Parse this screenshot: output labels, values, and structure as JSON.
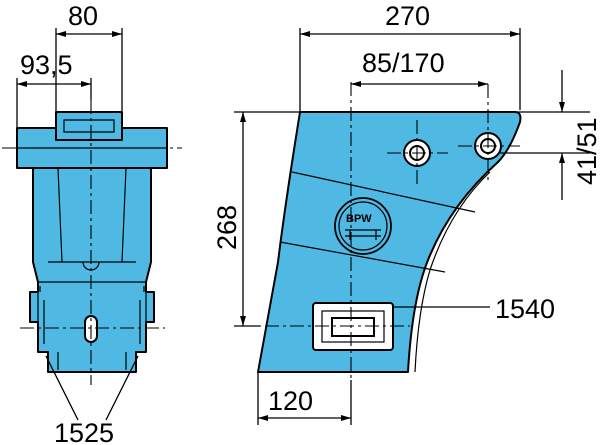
{
  "dimensions": {
    "width_80": "80",
    "width_93_5": "93,5",
    "width_270": "270",
    "spacing_85_170": "85/170",
    "hole_offset": "41/51",
    "height_268": "268",
    "width_120": "120"
  },
  "part_numbers": {
    "bracket": "1525",
    "plate": "1540"
  },
  "logo": {
    "text": "BPW",
    "icon": "bpw-logo-icon"
  },
  "colors": {
    "part_fill": "#4fb9e3",
    "outline": "#000000",
    "background": "#ffffff"
  }
}
